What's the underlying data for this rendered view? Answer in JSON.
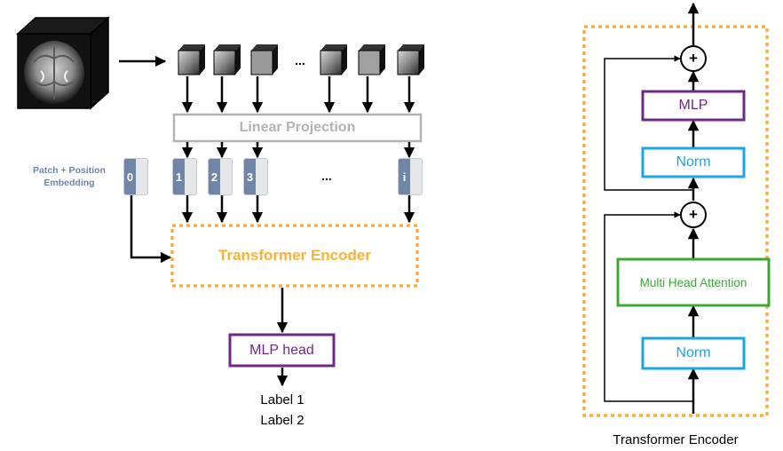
{
  "left_diagram": {
    "linear_projection": "Linear Projection",
    "embedding_label": "Patch + Position\nEmbedding",
    "tokens": [
      "0",
      "1",
      "2",
      "3",
      "i"
    ],
    "patch_ellipsis": "...",
    "token_ellipsis": "...",
    "encoder_label": "Transformer Encoder",
    "mlp_head": "MLP head",
    "outputs": [
      "Label 1",
      "Label 2"
    ]
  },
  "right_diagram": {
    "caption": "Transformer Encoder",
    "blocks": {
      "mlp": "MLP",
      "norm_top": "Norm",
      "attention": "Multi Head Attention",
      "norm_bottom": "Norm"
    },
    "add_symbol": "+"
  },
  "colors": {
    "encoder_dashed": "#f7b23b",
    "mlp_purple": "#6b2a86",
    "norm_blue": "#1ba4e6",
    "attention_green": "#3aa836",
    "token_number": "#6f86a6",
    "embedding_text": "#6f86a6",
    "projection_gray": "#b3b3b3"
  }
}
